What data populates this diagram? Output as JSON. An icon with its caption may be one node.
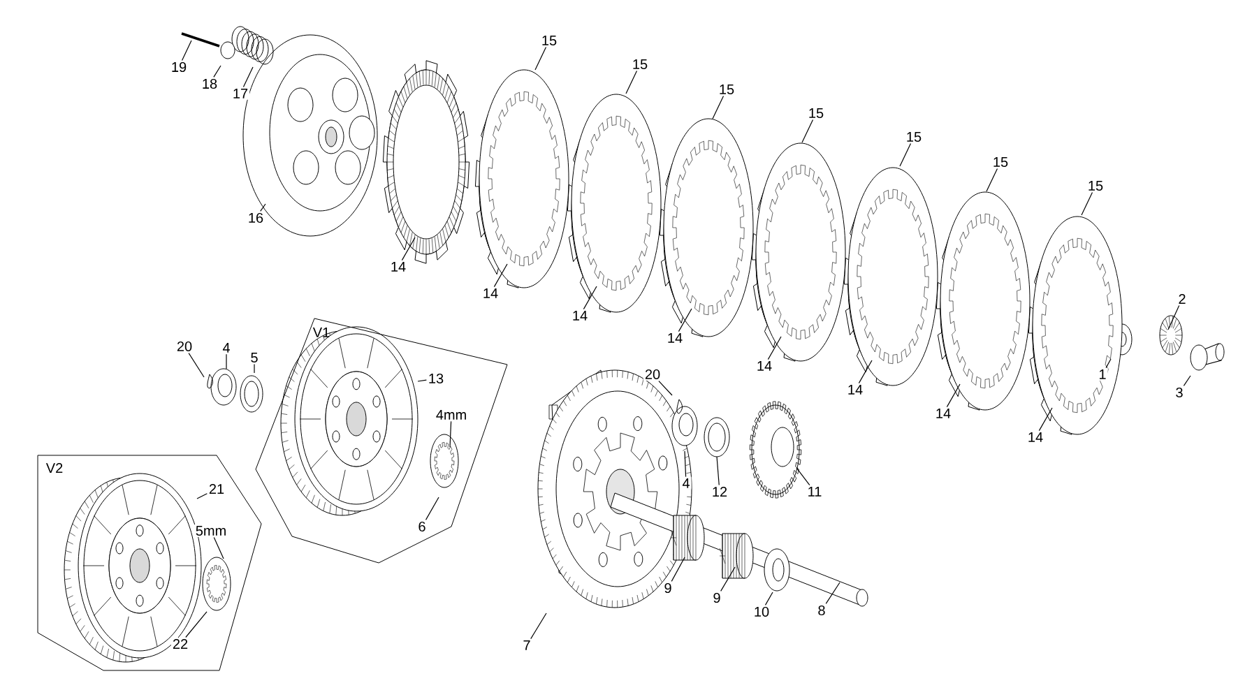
{
  "diagram": {
    "nodes": [
      {
        "text": [
          "19"
        ]
      },
      {
        "text": [
          "18"
        ]
      },
      {
        "text": [
          "17"
        ]
      },
      {
        "text": [
          "16"
        ]
      },
      {
        "text": [
          "15"
        ]
      },
      {
        "text": [
          "15"
        ]
      },
      {
        "text": [
          "15"
        ]
      },
      {
        "text": [
          "15"
        ]
      },
      {
        "text": [
          "15"
        ]
      },
      {
        "text": [
          "15"
        ]
      },
      {
        "text": [
          "15"
        ]
      },
      {
        "text": [
          "14"
        ]
      },
      {
        "text": [
          "14"
        ]
      },
      {
        "text": [
          "14"
        ]
      },
      {
        "text": [
          "14"
        ]
      },
      {
        "text": [
          "14"
        ]
      },
      {
        "text": [
          "14"
        ]
      },
      {
        "text": [
          "14"
        ]
      },
      {
        "text": [
          "14"
        ]
      },
      {
        "text": [
          "1"
        ]
      },
      {
        "text": [
          "2"
        ]
      },
      {
        "text": [
          "3"
        ]
      },
      {
        "text": [
          "20"
        ]
      },
      {
        "text": [
          "4"
        ]
      },
      {
        "text": [
          "5"
        ]
      },
      {
        "text": [
          "V1"
        ]
      },
      {
        "text": [
          "13"
        ],
        "in": 25
      },
      {
        "text": [
          "4mm"
        ],
        "in": 25
      },
      {
        "text": [
          "6"
        ],
        "in": 25
      },
      {
        "text": [
          "V2"
        ]
      },
      {
        "text": [
          "21"
        ],
        "in": 29
      },
      {
        "text": [
          "5mm"
        ],
        "in": 29
      },
      {
        "text": [
          "22"
        ],
        "in": 29
      },
      {
        "text": [
          "7"
        ]
      },
      {
        "text": [
          "20"
        ]
      },
      {
        "text": [
          "4"
        ]
      },
      {
        "text": [
          "12"
        ]
      },
      {
        "text": [
          "11"
        ]
      },
      {
        "text": [
          "9"
        ]
      },
      {
        "text": [
          "9"
        ]
      },
      {
        "text": [
          "10"
        ]
      },
      {
        "text": [
          "8"
        ]
      }
    ],
    "edges": [
      {
        "from": 0,
        "to": null,
        "arrow": "none"
      },
      {
        "from": 1,
        "to": null,
        "arrow": "none"
      },
      {
        "from": 2,
        "to": null,
        "arrow": "none"
      },
      {
        "from": 3,
        "to": null,
        "arrow": "none"
      },
      {
        "from": 4,
        "to": null,
        "arrow": "none"
      },
      {
        "from": 5,
        "to": null,
        "arrow": "none"
      },
      {
        "from": 6,
        "to": null,
        "arrow": "none"
      },
      {
        "from": 7,
        "to": null,
        "arrow": "none"
      },
      {
        "from": 8,
        "to": null,
        "arrow": "none"
      },
      {
        "from": 9,
        "to": null,
        "arrow": "none"
      },
      {
        "from": 10,
        "to": null,
        "arrow": "none"
      },
      {
        "from": 11,
        "to": null,
        "arrow": "none"
      },
      {
        "from": 12,
        "to": null,
        "arrow": "none"
      },
      {
        "from": 13,
        "to": null,
        "arrow": "none"
      },
      {
        "from": 14,
        "to": null,
        "arrow": "none"
      },
      {
        "from": 15,
        "to": null,
        "arrow": "none"
      },
      {
        "from": 16,
        "to": null,
        "arrow": "none"
      },
      {
        "from": 17,
        "to": null,
        "arrow": "none"
      },
      {
        "from": 18,
        "to": null,
        "arrow": "none"
      },
      {
        "from": 19,
        "to": null,
        "arrow": "none"
      },
      {
        "from": 20,
        "to": null,
        "arrow": "none"
      },
      {
        "from": 21,
        "to": null,
        "arrow": "none"
      },
      {
        "from": 22,
        "to": null,
        "arrow": "none"
      },
      {
        "from": 23,
        "to": null,
        "arrow": "none"
      },
      {
        "from": 24,
        "to": null,
        "arrow": "none"
      },
      {
        "from": 26,
        "to": null,
        "arrow": "none"
      },
      {
        "from": 27,
        "to": null,
        "arrow": "none"
      },
      {
        "from": 28,
        "to": null,
        "arrow": "none"
      },
      {
        "from": 30,
        "to": null,
        "arrow": "none"
      },
      {
        "from": 31,
        "to": null,
        "arrow": "none"
      },
      {
        "from": 32,
        "to": null,
        "arrow": "none"
      },
      {
        "from": 33,
        "to": null,
        "arrow": "none"
      },
      {
        "from": 34,
        "to": null,
        "arrow": "none"
      },
      {
        "from": 35,
        "to": null,
        "arrow": "none"
      },
      {
        "from": 36,
        "to": null,
        "arrow": "none"
      },
      {
        "from": 37,
        "to": null,
        "arrow": "none"
      },
      {
        "from": 38,
        "to": null,
        "arrow": "none"
      },
      {
        "from": 39,
        "to": null,
        "arrow": "none"
      },
      {
        "from": 40,
        "to": null,
        "arrow": "none"
      },
      {
        "from": 41,
        "to": null,
        "arrow": "none"
      }
    ]
  }
}
